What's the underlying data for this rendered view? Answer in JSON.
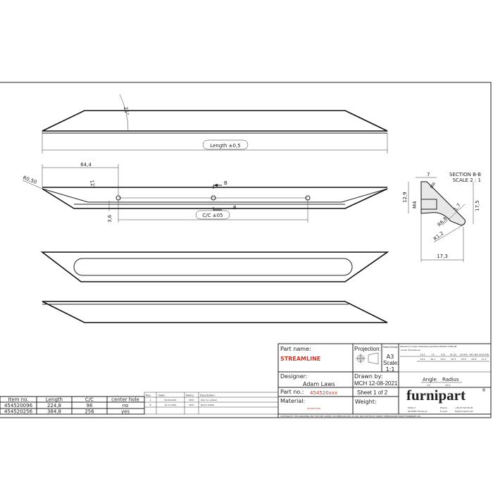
{
  "views": {
    "top": {
      "angle": "25°",
      "length_dim": "Length ±0,5"
    },
    "front": {
      "dim_64": "64,4",
      "angle": "12°",
      "radius": "R0,50",
      "cc_dim": "C/C ±05",
      "height_dim": "3,6",
      "section_mark": "B"
    },
    "section": {
      "title": "SECTION B-B",
      "scale": "SCALE 2 : 1",
      "width_top": "7",
      "height_left": "12,9",
      "thread": "M4",
      "angle_small": "M6",
      "height_right": "17,5",
      "thickness": "1,7",
      "radius_inner": "R6,8",
      "radius_outer": "R1,2",
      "width_bottom": "17,3"
    }
  },
  "item_table": {
    "headers": [
      "Item no.",
      "Length",
      "C/C",
      "center hole"
    ],
    "rows": [
      [
        "454520096",
        "224,8",
        "96",
        "no"
      ],
      [
        "454520256",
        "384,8",
        "256",
        "yes"
      ]
    ]
  },
  "revision_table": {
    "headers": [
      "Rev.",
      "Date:",
      "Name:",
      "Description:"
    ],
    "rows": [
      [
        "A",
        "09-09-2021",
        "MCH",
        "Item no. added"
      ],
      [
        "B",
        "10-11-2021",
        "MCH",
        "Name added"
      ]
    ]
  },
  "title_block": {
    "part_name_label": "Part name:",
    "part_name": "STREAMLINE",
    "projection_label": "Projection:",
    "sheet_format_label": "Sheet format:",
    "sheet_format": "A3",
    "scale_label": "Scale:",
    "scale": "1:1",
    "designer_label": "Designer:",
    "designer": "Adam Laws",
    "drawn_by_label": "Drawn by:",
    "drawn_by": "MCH 12-08-2021",
    "part_no_label": "Part no.:",
    "part_no": "454520xxx",
    "sheet": "Sheet 1 of 2",
    "material_label": "Material:",
    "material": "Aluminium",
    "weight_label": "Weight:",
    "tolerance_title": "Tolerance unless otherwise specified DS/ISO 2768-1M",
    "linear_label": "Linear dimensions:",
    "tol_ranges": [
      "0,5-3",
      "3-6",
      "6-30",
      "30-120",
      "120-400",
      "400-1000",
      "1000-2000"
    ],
    "tol_values": [
      "±0,1",
      "±0,1",
      "±0,2",
      "±0,3",
      "±0,5",
      "±0,8",
      "±1,2"
    ],
    "angle_label": "Angle",
    "radius_label": "Radius",
    "angle_value": "±1°",
    "radius_value": "±0,5",
    "company": "furnipart",
    "address1": "Delta 2",
    "address2": "DK-8382 Hinnerup",
    "phone_label": "Phone:",
    "phone": "+45 87 64 35 00",
    "email_label": "E-mail:",
    "email": "fp@furnipart.com",
    "copyright": "COPYRIGHT: THIS DRAWING MAY NOT BE COPIED OR REPRODUCED IN ANY WAY WITHOUT DIRECT PERMISSION FROM FURNIPART A/S",
    "accent_color": "#c0392b"
  }
}
